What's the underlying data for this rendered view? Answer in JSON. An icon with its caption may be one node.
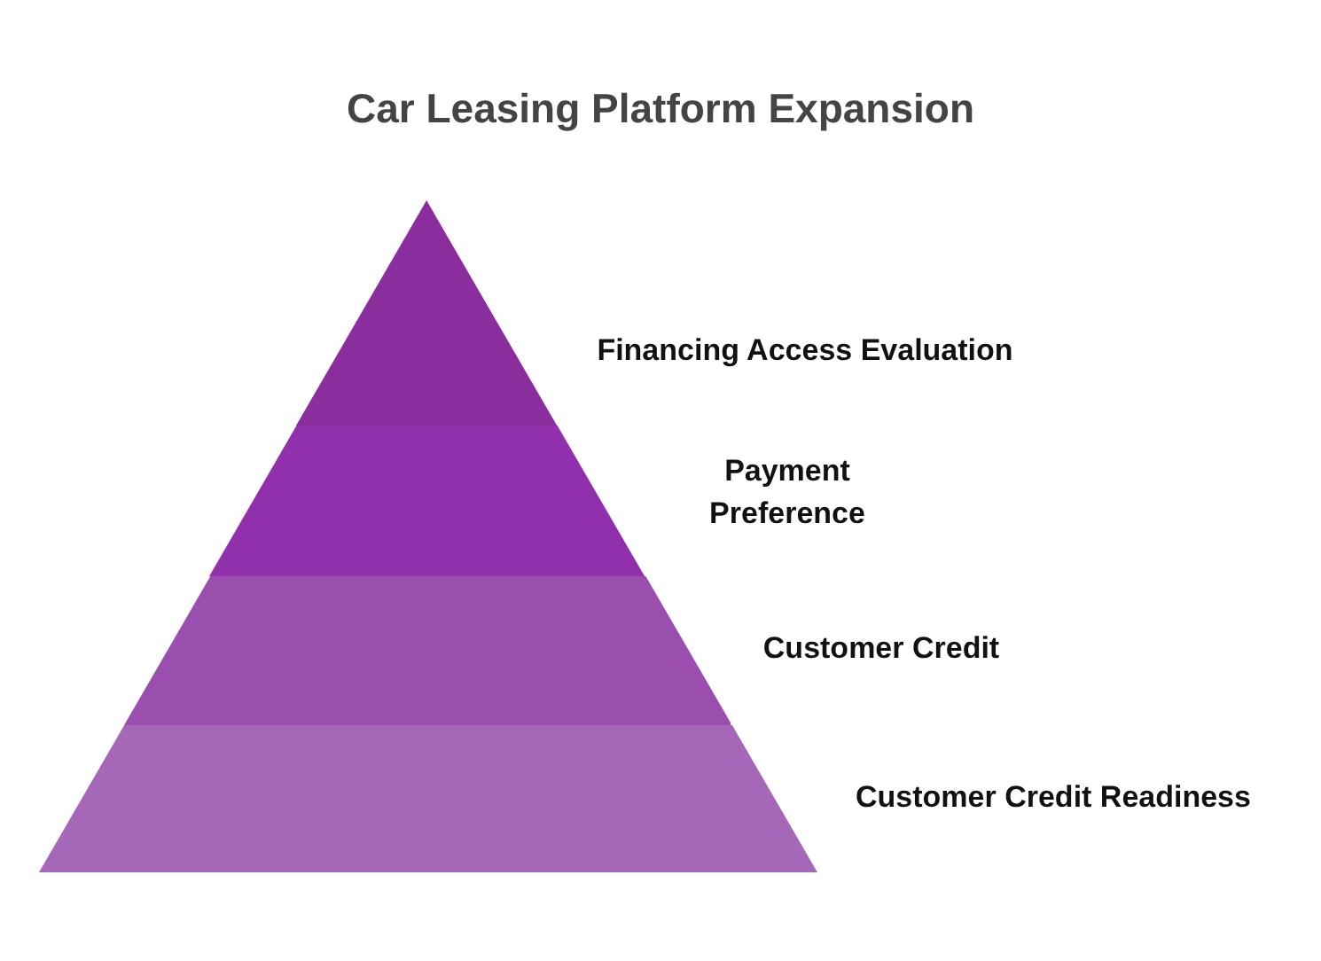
{
  "diagram": {
    "title": "Car Leasing Platform Expansion",
    "nodes": [
      {
        "text": [],
        "shape": "band",
        "beside": [
          "Financing Access Evaluation"
        ]
      },
      {
        "text": [],
        "shape": "band",
        "beside": [
          "Payment Preference"
        ]
      },
      {
        "text": [],
        "shape": "band",
        "beside": [
          "Customer Credit"
        ]
      },
      {
        "text": [],
        "shape": "band",
        "beside": [
          "Customer Credit Readiness"
        ]
      }
    ],
    "edges": []
  }
}
